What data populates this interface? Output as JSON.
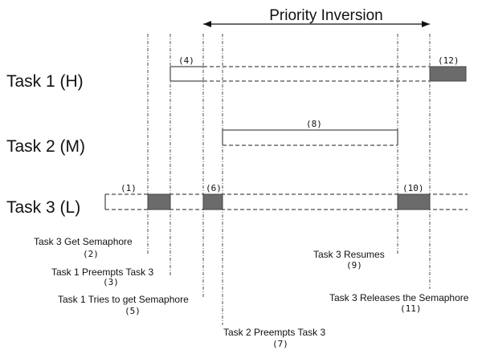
{
  "title": "Priority Inversion",
  "tasks": {
    "t1": "Task 1 (H)",
    "t2": "Task 2 (M)",
    "t3": "Task 3 (L)"
  },
  "markers": {
    "m1": "(1)",
    "m4": "(4)",
    "m6": "(6)",
    "m8": "(8)",
    "m10": "(10)",
    "m12": "(12)"
  },
  "notes": {
    "n2": {
      "text": "Task 3 Get Semaphore",
      "num": "(2)"
    },
    "n3": {
      "text": "Task 1 Preempts Task 3",
      "num": "(3)"
    },
    "n5": {
      "text": "Task 1 Tries to get Semaphore",
      "num": "(5)"
    },
    "n7": {
      "text": "Task 2 Preempts Task 3",
      "num": "(7)"
    },
    "n9": {
      "text": "Task 3 Resumes",
      "num": "(9)"
    },
    "n11": {
      "text": "Task 3 Releases the Semaphore",
      "num": "(11)"
    }
  },
  "colors": {
    "held_segment": "#6b6b6b",
    "line": "#222222"
  }
}
